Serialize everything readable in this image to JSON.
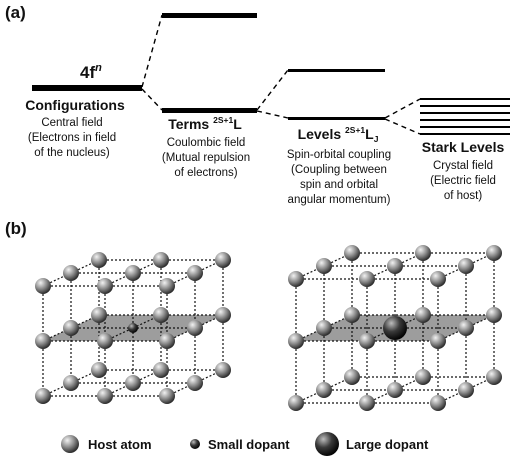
{
  "panel_a": {
    "label": "(a)",
    "config_term": "4f",
    "config_term_sup": "n",
    "configurations": {
      "title": "Configurations",
      "lines": [
        "Central field",
        "(Electrons in field",
        "of the nucleus)"
      ]
    },
    "terms": {
      "title": "Terms ",
      "title_sup": "2S+1",
      "title_main": "L",
      "lines": [
        "Coulombic field",
        "(Mutual repulsion",
        "of electrons)"
      ]
    },
    "levels": {
      "title": "Levels ",
      "title_sup": "2S+1",
      "title_main": "L",
      "title_sub": "J",
      "lines": [
        "Spin-orbital coupling",
        "(Coupling between",
        "spin and orbital",
        "angular momentum)"
      ]
    },
    "stark": {
      "title": "Stark Levels",
      "lines": [
        "Crystal field",
        "(Electric field",
        "of host)"
      ]
    }
  },
  "panel_b": {
    "label": "(b)",
    "legend": [
      {
        "icon": "host-atom-icon",
        "label": "Host atom"
      },
      {
        "icon": "small-dopant-icon",
        "label": "Small dopant"
      },
      {
        "icon": "large-dopant-icon",
        "label": "Large dopant"
      }
    ]
  },
  "colors": {
    "line": "#111111",
    "plane": "#8c8c8c",
    "atom_light": "#e6e6e6",
    "atom_dark": "#3a3a3a"
  }
}
